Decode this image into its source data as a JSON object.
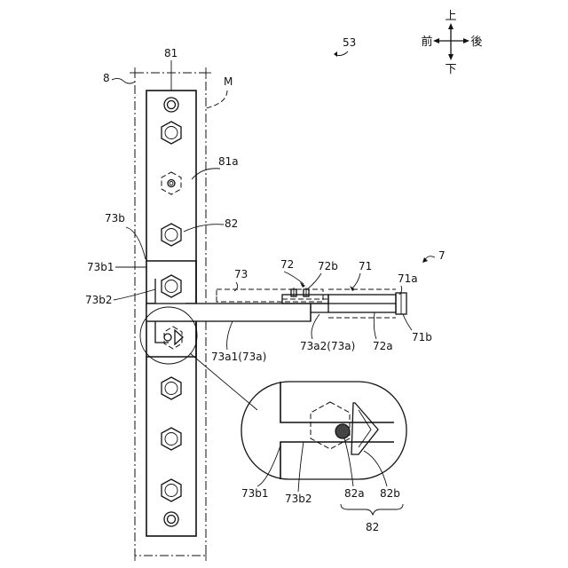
{
  "figure": {
    "ref_53": "53",
    "ref_8": "8",
    "ref_81": "81",
    "ref_M": "M",
    "ref_81a": "81a",
    "ref_73b": "73b",
    "ref_82_top": "82",
    "ref_73b1": "73b1",
    "ref_73b2": "73b2",
    "ref_73": "73",
    "ref_72": "72",
    "ref_72b": "72b",
    "ref_71": "71",
    "ref_71a": "71a",
    "ref_7": "7",
    "ref_73a1": "73a1(73a)",
    "ref_73a2": "73a2(73a)",
    "ref_72a": "72a",
    "ref_71b": "71b",
    "detail_73b1": "73b1",
    "detail_73b2": "73b2",
    "detail_82a": "82a",
    "detail_82b": "82b",
    "detail_82": "82"
  },
  "compass": {
    "up": "上",
    "down": "下",
    "front": "前",
    "back": "後"
  }
}
